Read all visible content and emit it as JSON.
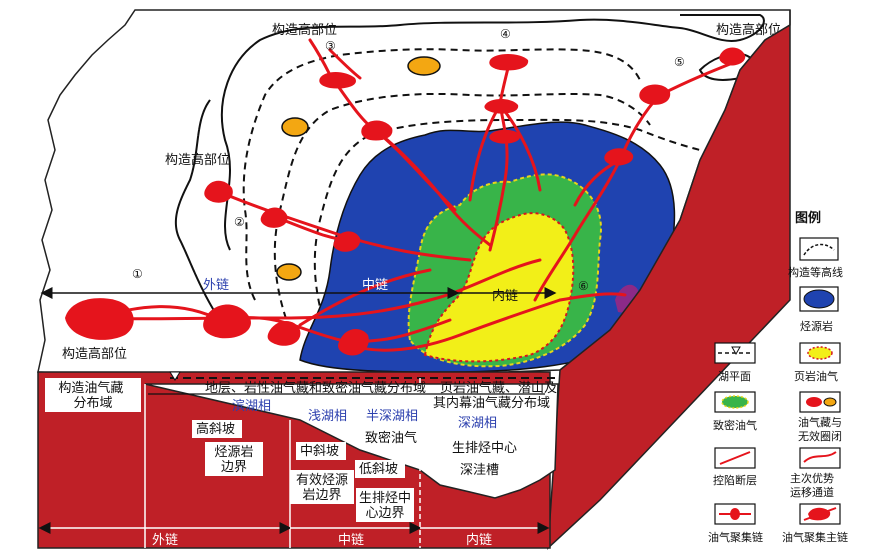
{
  "map": {
    "high_top": "构造高部位",
    "high_left": "构造高部位",
    "high_bottom_left": "构造高部位",
    "high_top_right": "构造高部位",
    "num1": "①",
    "num2": "②",
    "num3": "③",
    "num4": "④",
    "num5": "⑤",
    "num6": "⑥",
    "outer_chain": "外链",
    "middle_chain": "中链",
    "inner_chain": "内链"
  },
  "section": {
    "structural_domain": "构造油气藏\n分布域",
    "strat_domain": "地层、岩性油气藏和致密油气藏分布域",
    "shale_domain": "页岩油气藏、潜山及\n其内幕油气藏分布域",
    "shore_facies": "滨湖相",
    "shallow_facies": "浅湖相",
    "semideep_facies": "半深湖相",
    "deep_facies": "深湖相",
    "high_slope": "高斜坡",
    "source_boundary": "烃源岩\n边界",
    "mid_slope": "中斜坡",
    "low_slope": "低斜坡",
    "tight_oil": "致密油气",
    "effective_source": "有效烃源\n岩边界",
    "gen_center": "生排烃中心",
    "gen_center_boundary": "生排烃中\n心边界",
    "deep_trough": "深洼槽",
    "outer_chain": "外链",
    "middle_chain": "中链",
    "inner_chain": "内链"
  },
  "legend": {
    "title": "图例",
    "contour": "构造等高线",
    "source_rock": "烃源岩",
    "lake_level": "湖平面",
    "shale_oil": "页岩油气",
    "tight_oil": "致密油气",
    "reservoir": "油气藏与\n无效圈闭",
    "fault": "控陷断层",
    "migration": "主次优势\n运移通道",
    "accum_chain": "油气聚集链",
    "main_chain": "油气聚集主链"
  },
  "colors": {
    "red": "#e5141c",
    "source_blue": "#1f43b0",
    "tight_green": "#38b449",
    "shale_yellow": "#f2ef18",
    "trap_orange": "#f3a712",
    "cross_section": "#bf2027",
    "purple": "#8c2a87"
  }
}
